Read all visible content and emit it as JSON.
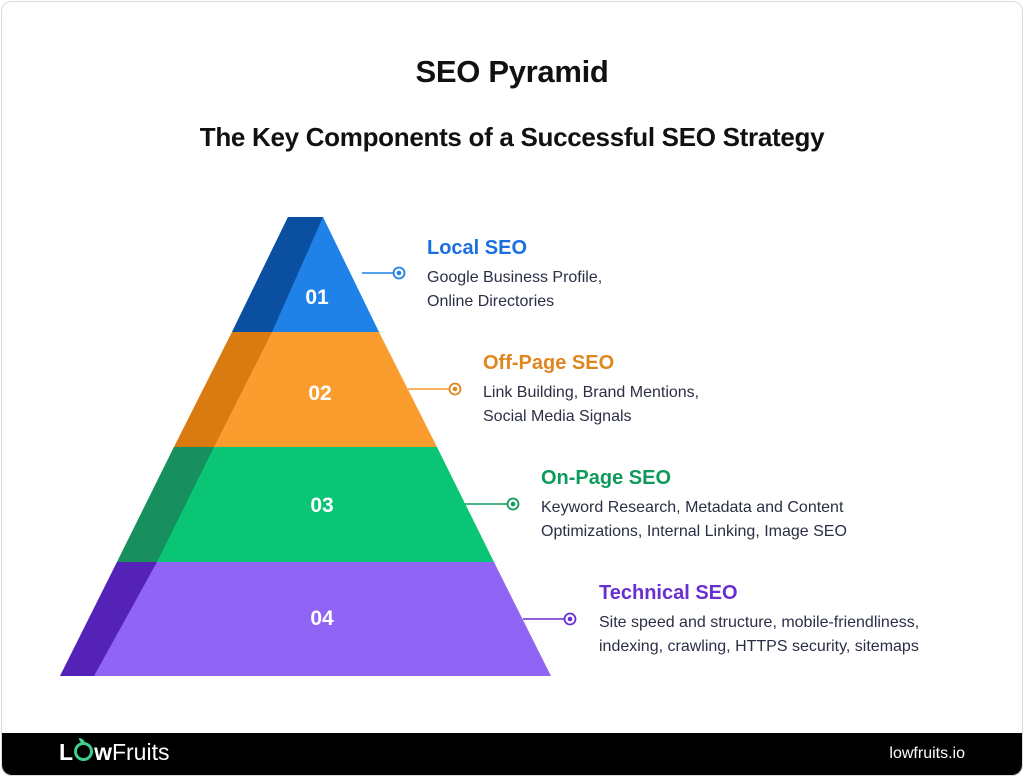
{
  "header": {
    "title": "SEO Pyramid",
    "subtitle": "The Key Components of a  Successful SEO Strategy"
  },
  "pyramid": {
    "tiers": [
      {
        "number": "01",
        "heading": "Local SEO",
        "description_lines": [
          "Google Business Profile,",
          "Online Directories"
        ],
        "color": "#1e82e8",
        "shadow_color": "#0a4fa0",
        "heading_color": "#1a6fe0"
      },
      {
        "number": "02",
        "heading": "Off-Page SEO",
        "description_lines": [
          "Link Building, Brand Mentions,",
          "Social Media Signals"
        ],
        "color": "#fb9c2e",
        "shadow_color": "#d97b10",
        "heading_color": "#e0861e"
      },
      {
        "number": "03",
        "heading": "On-Page SEO",
        "description_lines": [
          "Keyword Research, Metadata and Content",
          "Optimizations, Internal Linking, Image SEO"
        ],
        "color": "#0ac576",
        "shadow_color": "#178f5f",
        "heading_color": "#0f9a5c"
      },
      {
        "number": "04",
        "heading": "Technical SEO",
        "description_lines": [
          "Site speed and structure, mobile-friendliness,",
          "indexing, crawling, HTTPS security, sitemaps"
        ],
        "color": "#9065f6",
        "shadow_color": "#5522b8",
        "heading_color": "#6a2fd0"
      }
    ]
  },
  "footer": {
    "logo_prefix": "L",
    "logo_middle": "w",
    "logo_suffix": "Fruits",
    "website": "lowfruits.io",
    "logo_accent": "#3ecf8e"
  }
}
